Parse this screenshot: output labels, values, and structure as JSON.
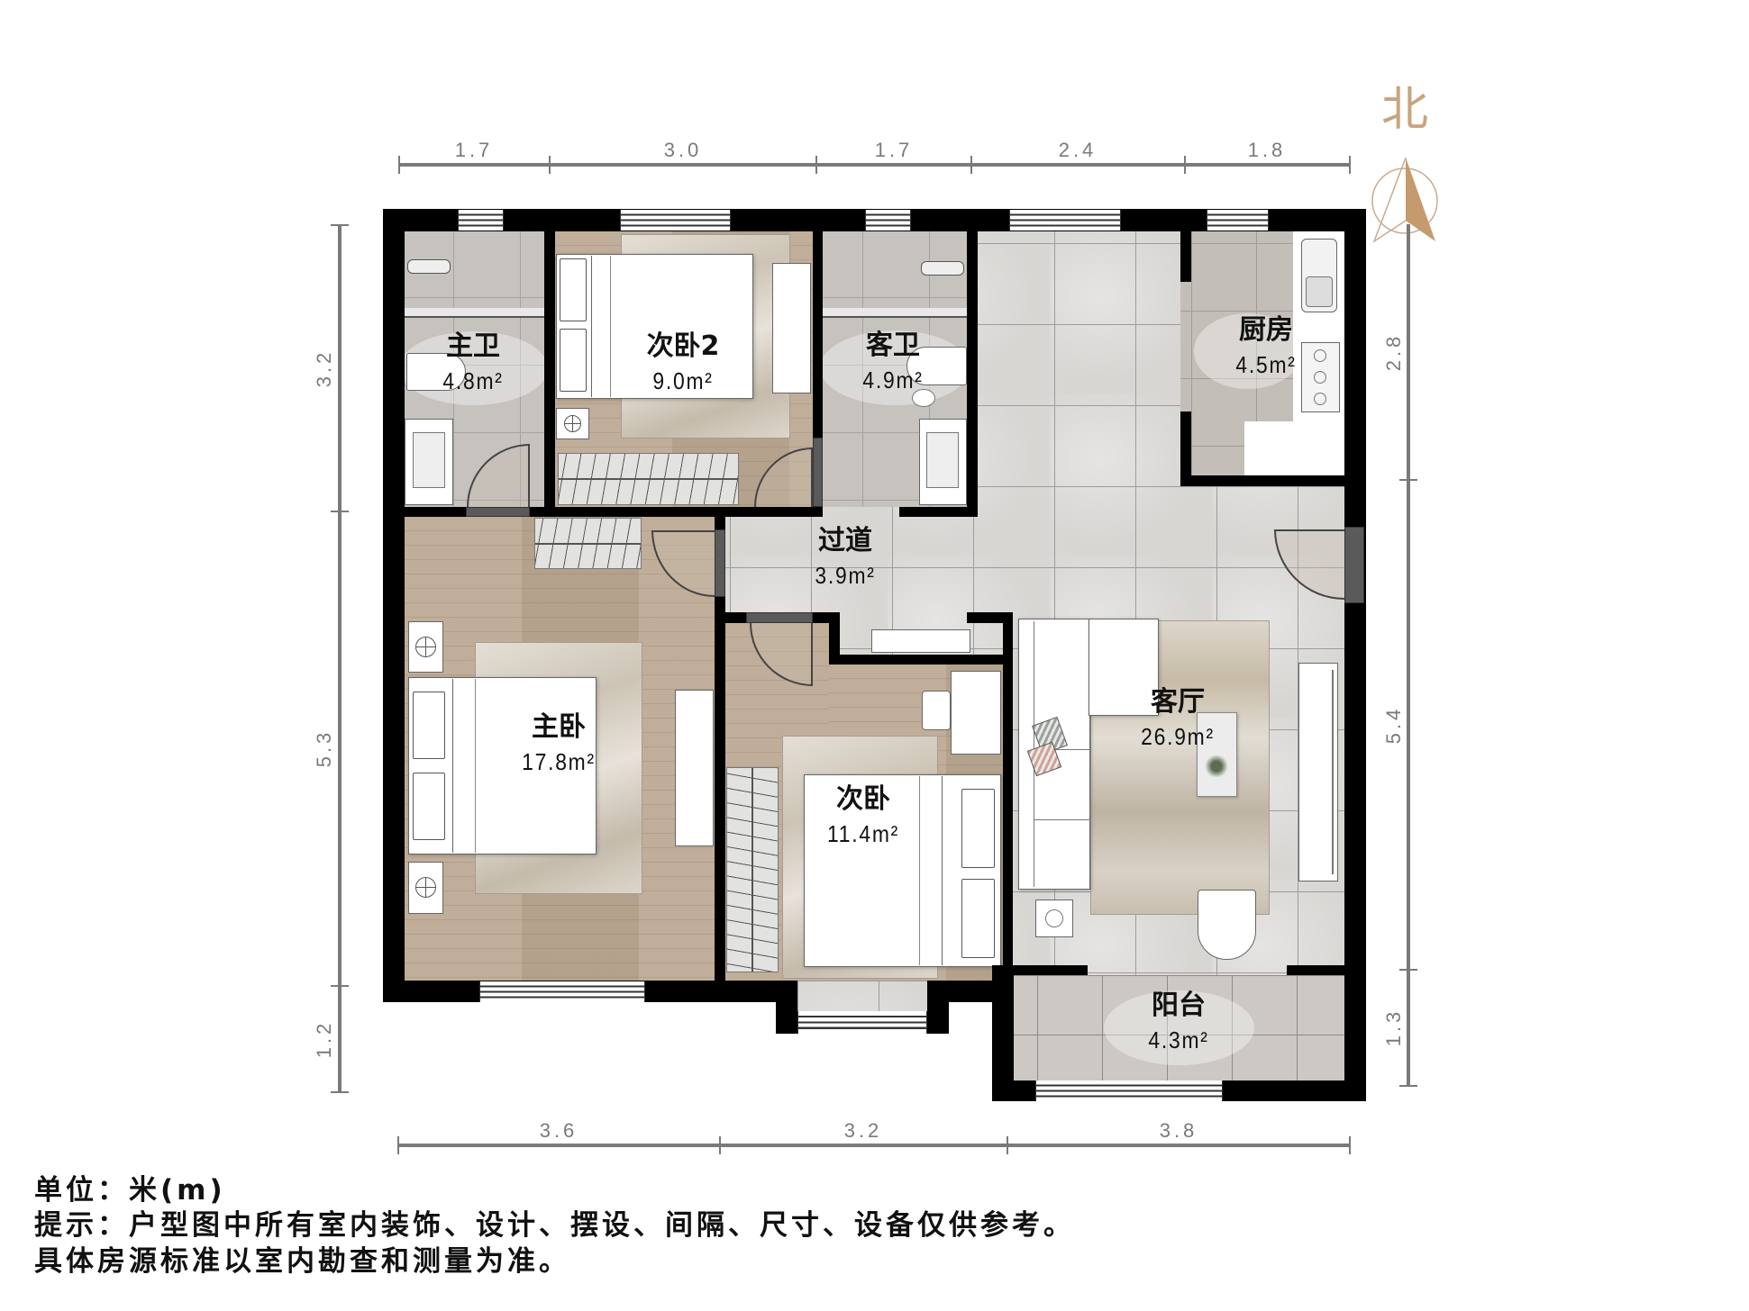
{
  "compass": {
    "label": "北"
  },
  "dimensions": {
    "top": [
      "1.7",
      "3.0",
      "1.7",
      "2.4",
      "1.8"
    ],
    "bottom": [
      "3.6",
      "3.2",
      "3.8"
    ],
    "left": [
      "3.2",
      "5.3",
      "1.2"
    ],
    "right": [
      "2.8",
      "5.4",
      "1.3"
    ]
  },
  "rooms": [
    {
      "name": "主卫",
      "area": "4.8m²"
    },
    {
      "name": "次卧2",
      "area": "9.0m²"
    },
    {
      "name": "客卫",
      "area": "4.9m²"
    },
    {
      "name": "厨房",
      "area": "4.5m²"
    },
    {
      "name": "过道",
      "area": "3.9m²"
    },
    {
      "name": "主卧",
      "area": "17.8m²"
    },
    {
      "name": "次卧",
      "area": "11.4m²"
    },
    {
      "name": "客厅",
      "area": "26.9m²"
    },
    {
      "name": "阳台",
      "area": "4.3m²"
    }
  ],
  "notes": {
    "unit": "单位：米(m)",
    "disclaimer": "提示：户型图中所有室内装饰、设计、摆设、间隔、尺寸、设备仅供参考。",
    "basis": "具体房源标准以室内勘查和测量为准。"
  },
  "colors": {
    "wall": "#000000",
    "dimension": "#7a7a7a",
    "compass": "#c59b6d",
    "wood_floor": "#bba892",
    "marble_floor": "#d8d6d3",
    "bath_tile": "#c6c2be",
    "text": "#111111"
  }
}
